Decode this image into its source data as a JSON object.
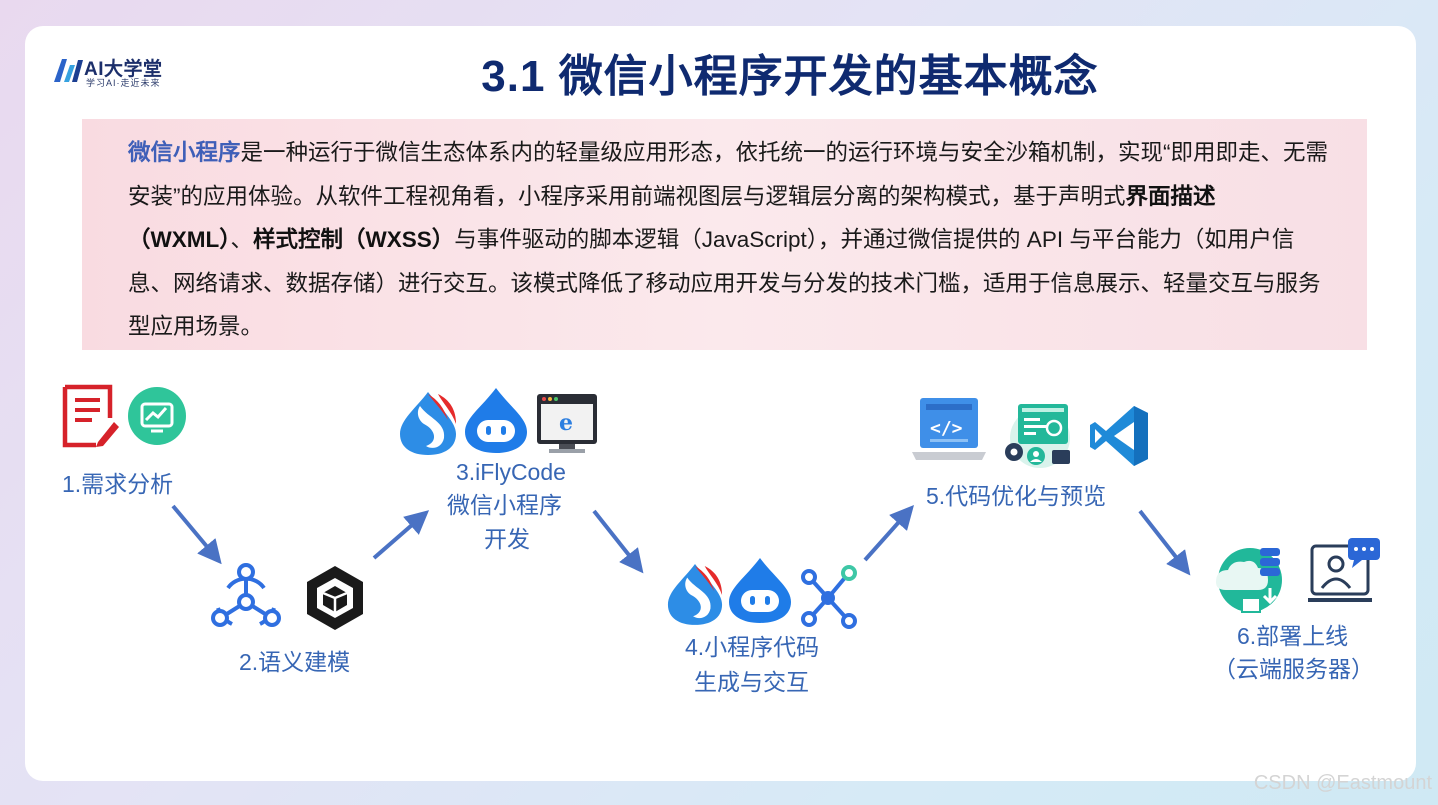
{
  "logo": {
    "name": "AI大学堂",
    "slogan": "学习AI·走近未来"
  },
  "title": "3.1 微信小程序开发的基本概念",
  "intro": {
    "term": "微信小程序",
    "part1": "是一种运行于微信生态体系内的轻量级应用形态，依托统一的运行环境与安全沙箱机制，实现“即用即走、无需安装”的应用体验。从软件工程视角看，小程序采用前端视图层与逻辑层分离的架构模式，基于声明式",
    "bold1": "界面描述（WXML）",
    "sep": "、",
    "bold2": "样式控制（WXSS）",
    "part2": "与事件驱动的脚本逻辑（JavaScript），并通过微信提供的 API 与平台能力（如用户信息、网络请求、数据存储）进行交互。该模式降低了移动应用开发与分发的技术门槛，适用于信息展示、轻量交互与服务型应用场景。"
  },
  "steps": [
    {
      "label": "1.需求分析"
    },
    {
      "label": "2.语义建模"
    },
    {
      "label_line1": "3.iFlyCode",
      "label_line2": "微信小程序",
      "label_line3": "开发"
    },
    {
      "label_line1": "4.小程序代码",
      "label_line2": "生成与交互"
    },
    {
      "label": "5.代码优化与预览"
    },
    {
      "label_line1": "6.部署上线",
      "label_line2": "（云端服务器）"
    }
  ],
  "colors": {
    "title": "#0f2a70",
    "step_label": "#3766b4",
    "arrow": "#4a72c4",
    "highlight": "#3f5fb8"
  },
  "watermark": "CSDN @Eastmount"
}
